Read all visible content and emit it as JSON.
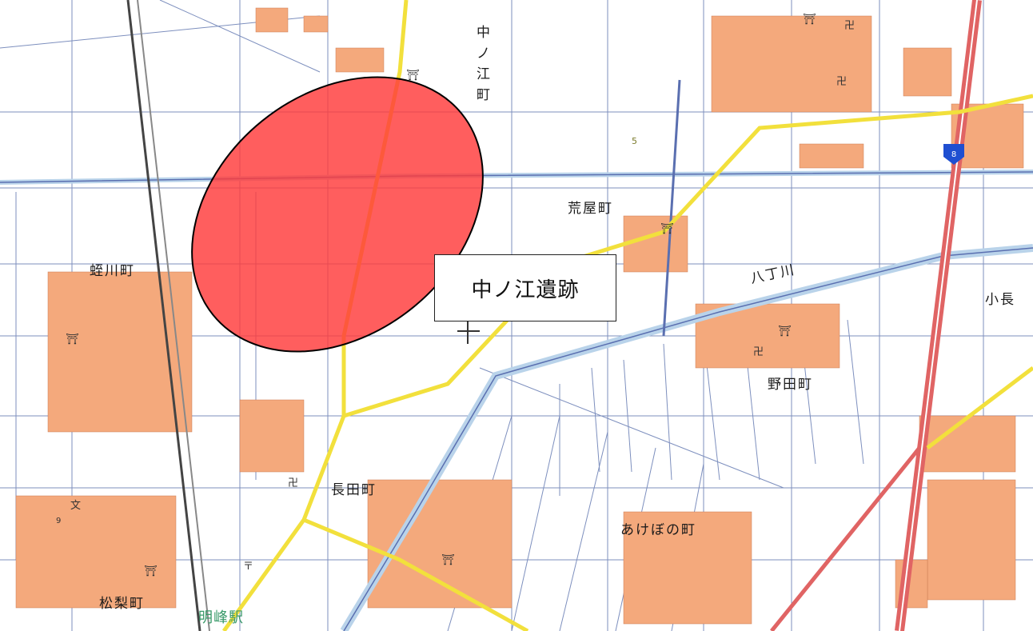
{
  "map": {
    "site_callout": "中ノ江遺跡",
    "labels": {
      "nakanoe_cho": [
        "中",
        "ノ",
        "江",
        "町"
      ],
      "araya_cho": "荒屋町",
      "hatchogawa": "八丁川",
      "hirugawa_cho": "蛭川町",
      "koncho": "小長",
      "noda_cho": "野田町",
      "nagata_cho": "長田町",
      "akebono_cho": "あけぼの町",
      "matsunashi_cho": "松梨町",
      "myoho_station": "明峰駅",
      "route_shield": "8",
      "elevation_5": "5",
      "elevation_9": "9"
    },
    "colors": {
      "site_fill": "#ff3b3b",
      "road_yellow": "#f2e03c",
      "national_road": "#e06464",
      "building": "#f4a97c",
      "canal": "#5a6fb0",
      "water": "#b9d3ea"
    }
  }
}
